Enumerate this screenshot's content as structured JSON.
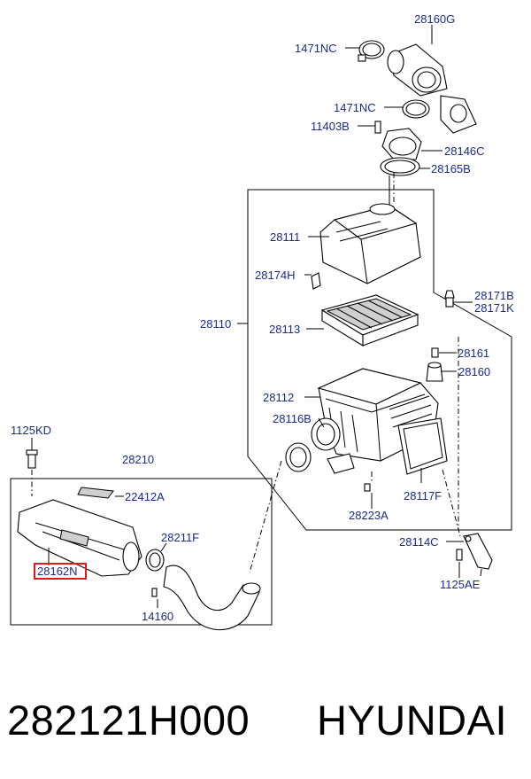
{
  "callouts": {
    "p28160G": "28160G",
    "p1471NC_top": "1471NC",
    "p1471NC_mid": "1471NC",
    "p11403B": "11403B",
    "p28146C": "28146C",
    "p28165B": "28165B",
    "p28111": "28111",
    "p28174H": "28174H",
    "p28110": "28110",
    "p28113": "28113",
    "p28171B": "28171B",
    "p28171K": "28171K",
    "p28161": "28161",
    "p28160": "28160",
    "p28112": "28112",
    "p28116B": "28116B",
    "p28117F": "28117F",
    "p28223A": "28223A",
    "p1125KD": "1125KD",
    "p28210": "28210",
    "p22412A": "22412A",
    "p28211F": "28211F",
    "p28162N": "28162N",
    "p14160": "14160",
    "p28114C": "28114C",
    "p1125AE": "1125AE"
  },
  "highlight_color": "#e0191b",
  "label_color": "#1c2a8c",
  "footer": {
    "part_number": "282121H000",
    "brand": "HYUNDAI"
  }
}
